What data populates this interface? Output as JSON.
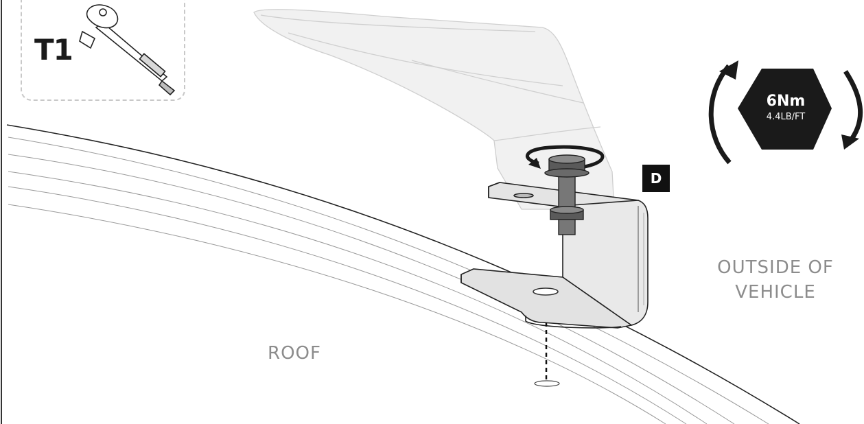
{
  "tool": {
    "label": "T1",
    "icon": "ratchet-wrench-icon"
  },
  "torque": {
    "primary": "6Nm",
    "secondary": "4.4LB/FT",
    "icon": "tighten-rotation-icon"
  },
  "step": {
    "label": "D"
  },
  "labels": {
    "roof": "ROOF",
    "outside": "OUTSIDE OF VEHICLE"
  },
  "colors": {
    "ink": "#1a1a1a",
    "label_gray": "#8c8c8c",
    "bracket_gray": "#e6e6e6",
    "foot_ghost": "#f0f0f0"
  }
}
